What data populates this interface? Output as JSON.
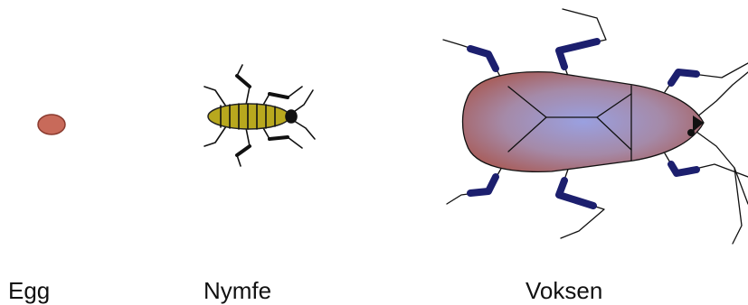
{
  "stages": [
    {
      "label": "Egg",
      "icon": "egg-icon"
    },
    {
      "label": "Nymfe",
      "icon": "nymph-bug-icon"
    },
    {
      "label": "Voksen",
      "icon": "adult-bug-icon"
    }
  ],
  "colors": {
    "egg_fill": "#c86a5a",
    "egg_stroke": "#8a3a2e",
    "nymph_body": "#b8a81e",
    "adult_body_edge": "#a85a55",
    "adult_body_center": "#9aa0e0",
    "adult_legs": "#1c1f6e",
    "outline": "#111111"
  }
}
